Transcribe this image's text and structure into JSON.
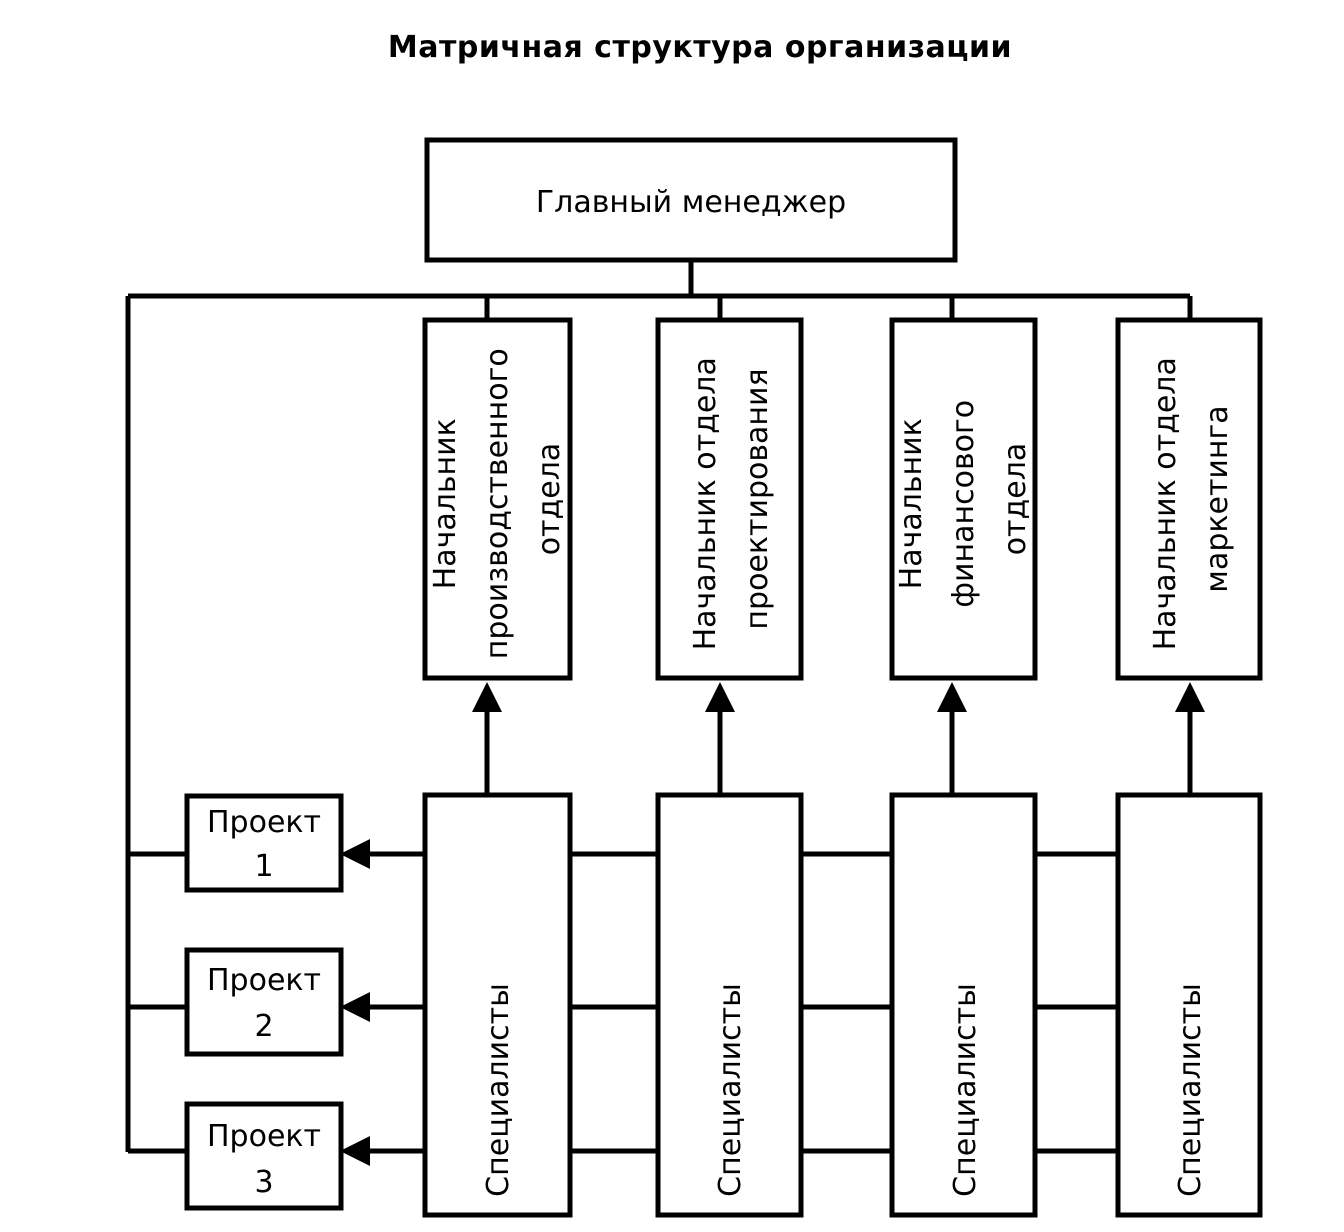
{
  "title": "Матричная структура организации",
  "general_manager": "Главный менеджер",
  "departments": [
    {
      "lines": [
        "Начальник",
        "производственного",
        "отдела"
      ]
    },
    {
      "lines": [
        "Начальник отдела",
        "проектирования"
      ]
    },
    {
      "lines": [
        "Начальник",
        "финансового",
        "отдела"
      ]
    },
    {
      "lines": [
        "Начальник отдела",
        "маркетинга"
      ]
    }
  ],
  "specialists_label": "Специалисты",
  "projects": [
    {
      "label": "Проект",
      "number": "1"
    },
    {
      "label": "Проект",
      "number": "2"
    },
    {
      "label": "Проект",
      "number": "3"
    }
  ]
}
